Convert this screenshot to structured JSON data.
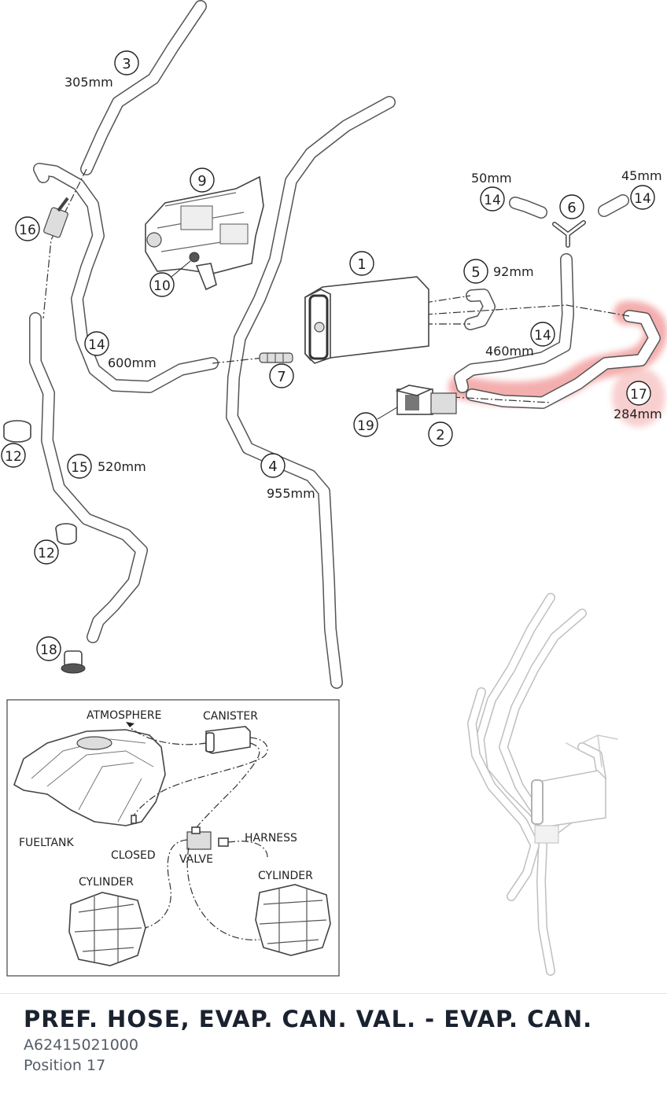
{
  "diagram": {
    "callouts": [
      {
        "id": "c1",
        "label": "1"
      },
      {
        "id": "c2",
        "label": "2"
      },
      {
        "id": "c3",
        "label": "3"
      },
      {
        "id": "c4",
        "label": "4"
      },
      {
        "id": "c5",
        "label": "5"
      },
      {
        "id": "c6",
        "label": "6"
      },
      {
        "id": "c7",
        "label": "7"
      },
      {
        "id": "c9",
        "label": "9"
      },
      {
        "id": "c10",
        "label": "10"
      },
      {
        "id": "c12a",
        "label": "12"
      },
      {
        "id": "c12b",
        "label": "12"
      },
      {
        "id": "c14a",
        "label": "14"
      },
      {
        "id": "c14b",
        "label": "14"
      },
      {
        "id": "c14c",
        "label": "14"
      },
      {
        "id": "c14d",
        "label": "14"
      },
      {
        "id": "c15",
        "label": "15"
      },
      {
        "id": "c16",
        "label": "16"
      },
      {
        "id": "c17",
        "label": "17"
      },
      {
        "id": "c18",
        "label": "18"
      },
      {
        "id": "c19",
        "label": "19"
      }
    ],
    "lengths": {
      "hose3": "305mm",
      "hose4": "955mm",
      "hose5": "92mm",
      "hose14_long": "600mm",
      "hose14_mid": "460mm",
      "hose14_short_left": "50mm",
      "hose14_short_right": "45mm",
      "hose15": "520mm",
      "hose17": "284mm"
    },
    "highlight_color": "#f2a0a0",
    "inset": {
      "atmosphere": "ATMOSPHERE",
      "canister": "CANISTER",
      "fueltank": "FUELTANK",
      "closed": "CLOSED",
      "valve": "VALVE",
      "harness": "HARNESS",
      "cylinder_left": "CYLINDER",
      "cylinder_right": "CYLINDER"
    }
  },
  "part": {
    "title": "PREF. HOSE, EVAP. CAN. VAL. - EVAP. CAN.",
    "number": "A62415021000",
    "position": "Position 17"
  }
}
